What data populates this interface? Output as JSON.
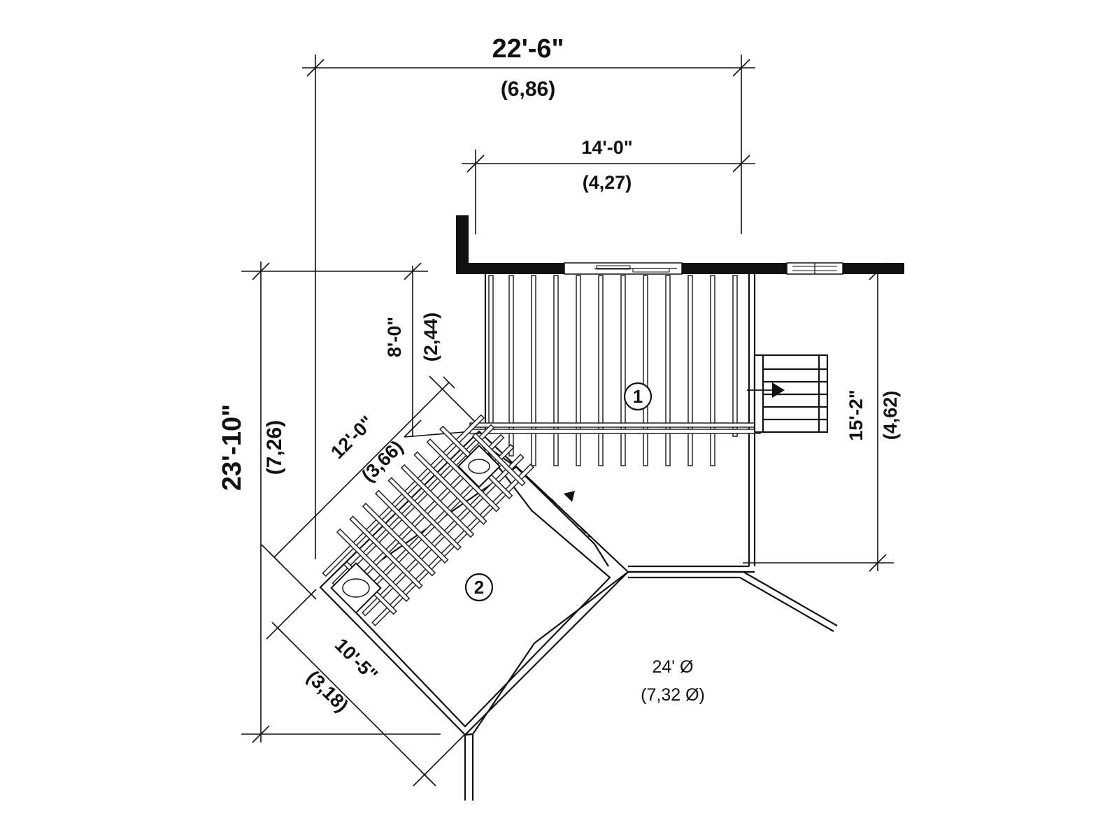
{
  "dimensions": {
    "overall_width": {
      "imperial": "22'-6\"",
      "metric": "(6,86)"
    },
    "pergola_1_width": {
      "imperial": "14'-0\"",
      "metric": "(4,27)"
    },
    "pergola_1_depth": {
      "imperial": "15'-2\"",
      "metric": "(4,62)"
    },
    "offset_depth": {
      "imperial": "8'-0\"",
      "metric": "(2,44)"
    },
    "overall_depth": {
      "imperial": "23'-10\"",
      "metric": "(7,26)"
    },
    "pergola_2_length": {
      "imperial": "12'-0\"",
      "metric": "(3,66)"
    },
    "pergola_2_width": {
      "imperial": "10'-5\"",
      "metric": "(3,18)"
    }
  },
  "deck": {
    "diameter_imperial": "24' Ø",
    "diameter_metric": "(7,32  Ø)"
  },
  "tags": {
    "area_1": "1",
    "area_2": "2"
  }
}
